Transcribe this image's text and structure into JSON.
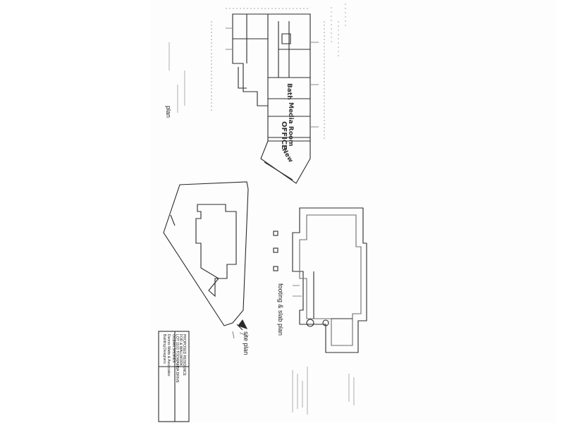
{
  "floor_plan": {
    "title": "plan",
    "rooms": [
      "Bath",
      "Media Room",
      "OFFICE",
      "New"
    ]
  },
  "site_plan": {
    "title": "site plan"
  },
  "footing_plan": {
    "title": "footing & slab plan"
  },
  "title_block": {
    "project": [
      "PROPOSED RESIDENCE",
      "FOR & WALLWORK",
      "LOT 1103 TOOWAMBA DRIVE",
      "OCEAN SHORES"
    ],
    "firm": [
      "Dennis Watts & Associates",
      "Building Designers"
    ]
  },
  "colors": {
    "ink": "#2a2a2a",
    "faint": "#8a8a8a",
    "paper": "#fdfdfd"
  }
}
